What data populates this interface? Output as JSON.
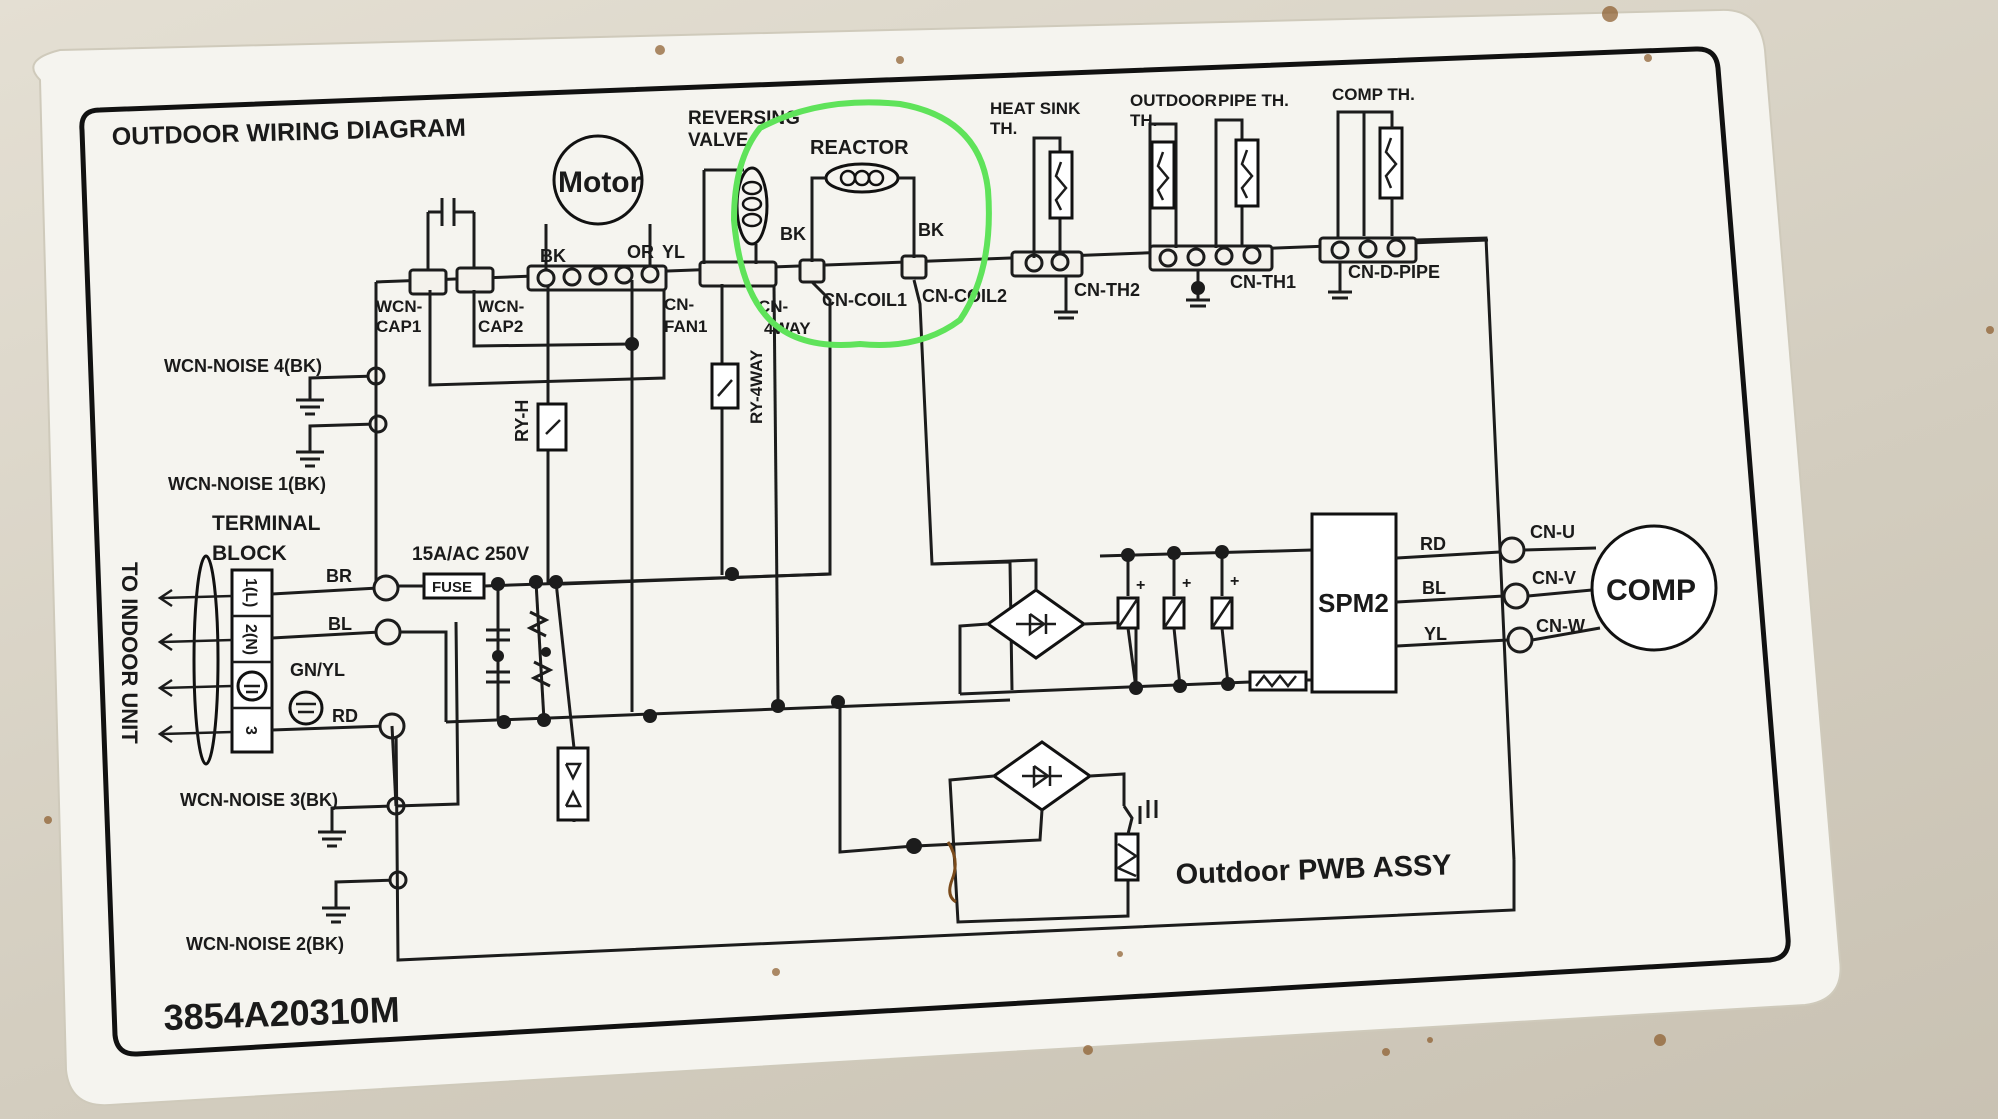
{
  "diagram": {
    "title": "OUTDOOR WIRING DIAGRAM",
    "part_number": "3854A20310M",
    "pwb_label": "Outdoor PWB ASSY",
    "motor": "Motor",
    "motor_wires": [
      "BK",
      "OR",
      "YL"
    ],
    "reversing_valve": [
      "REVERSING",
      "VALVE"
    ],
    "reactor": {
      "title": "REACTOR",
      "left_wire": "BK",
      "right_wire": "BK"
    },
    "thermistors": {
      "heat_sink": [
        "HEAT SINK",
        "TH."
      ],
      "outdoor": [
        "OUTDOOR",
        "TH."
      ],
      "pipe": "PIPE TH.",
      "comp": "COMP TH."
    },
    "connectors": {
      "cap1": [
        "WCN-",
        "CAP1"
      ],
      "cap2": [
        "WCN-",
        "CAP2"
      ],
      "fan1": [
        "CN-",
        "FAN1"
      ],
      "way": [
        "CN-",
        "4WAY"
      ],
      "coil1": "CN-COIL1",
      "coil2": "CN-COIL2",
      "th2": "CN-TH2",
      "th1": "CN-TH1",
      "dpipe": "CN-D-PIPE"
    },
    "relays": {
      "ry_h": "RY-H",
      "ry_4way": "RY-4WAY"
    },
    "noise": {
      "n4": "WCN-NOISE 4(BK)",
      "n1": "WCN-NOISE 1(BK)",
      "n3": "WCN-NOISE 3(BK)",
      "n2": "WCN-NOISE 2(BK)"
    },
    "terminal_block": {
      "title": [
        "TERMINAL",
        "BLOCK"
      ],
      "terminals": [
        "1(L)",
        "2(N)",
        "3"
      ],
      "wires": [
        "BR",
        "BL",
        "GN/YL",
        "RD"
      ],
      "to_indoor": "TO INDOOR UNIT"
    },
    "fuse": {
      "rating": "15A/AC 250V",
      "label": "FUSE"
    },
    "spm": "SPM2",
    "compressor": {
      "label": "COMP",
      "wires": [
        "RD",
        "BL",
        "YL"
      ],
      "connectors": [
        "CN-U",
        "CN-V",
        "CN-W"
      ]
    },
    "cap_polarity": "+",
    "highlight_color": "#5fe35a"
  }
}
